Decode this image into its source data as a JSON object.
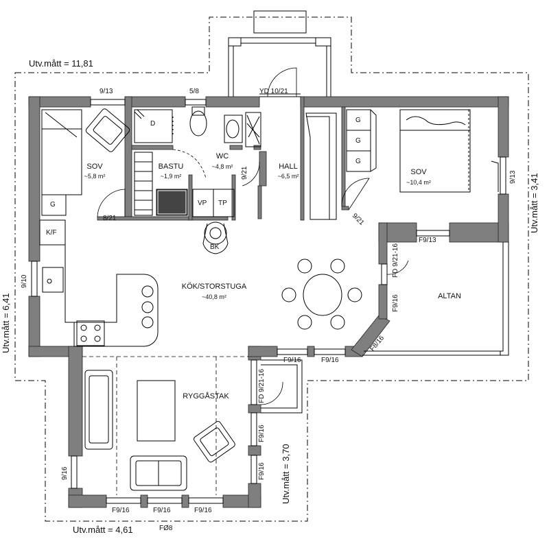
{
  "dimensions": {
    "top": "Utv.mått = 11,81",
    "right": "Utv.mått = 3,41",
    "left": "Utv.mått = 6,41",
    "right_lower": "Utv.mått = 3,70",
    "bottom": "Utv.mått = 4,61"
  },
  "rooms": {
    "sov_left": {
      "name": "SOV",
      "area": "~5,8 m²"
    },
    "bastu": {
      "name": "BASTU",
      "area": "~1,9 m²"
    },
    "wc": {
      "name": "WC",
      "area": "~4,8 m²"
    },
    "hall": {
      "name": "HALL",
      "area": "~6,5 m²"
    },
    "sov_right": {
      "name": "SOV",
      "area": "~10,4 m²"
    },
    "kok": {
      "name": "KÖK/STORSTUGA",
      "area": "~40,8 m²"
    },
    "altan": {
      "name": "ALTAN"
    },
    "ryggastak": {
      "name": "RYGGÅSTAK"
    }
  },
  "openings": {
    "w_913_top": "9/13",
    "w_58": "5/8",
    "yd": "YD 10/21",
    "d_921_wc": "9/21",
    "d_821": "8/21",
    "d_921_sov": "9/21",
    "w_913_right": "9/13",
    "w_f913": "F9/13",
    "fd_921_16_a": "FD 9/21-16",
    "w_f916_a": "F9/16",
    "w_f816": "F8/16",
    "w_910": "9/10",
    "w_f916_b": "F9/16",
    "w_f916_c": "F9/16",
    "fd_921_16_b": "FD 9/21-16",
    "w_f916_d": "F9/16",
    "w_f916_e": "F9/16",
    "w_916_left": "9/16",
    "w_f916_f": "F9/16",
    "w_f916_g": "F9/16",
    "w_f916_h": "F9/16"
  },
  "fixtures": {
    "g": "G",
    "d": "D",
    "kf": "K/F",
    "vp": "VP",
    "tp": "TP",
    "bk": "BK"
  },
  "footer": {
    "fo8": "FØ8"
  }
}
